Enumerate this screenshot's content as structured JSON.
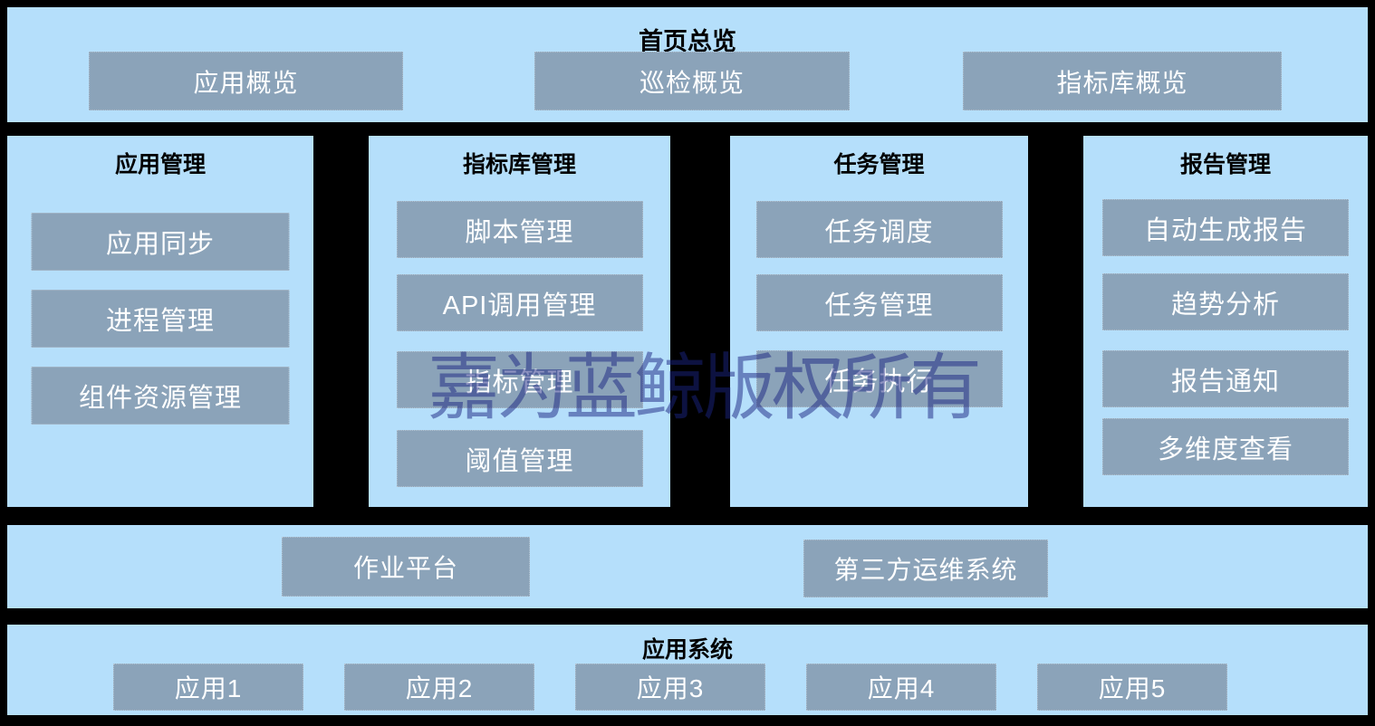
{
  "colors": {
    "background": "#B5DFFB",
    "button": "#8BA3B9",
    "frame": "#000000",
    "button_text": "#FFFFFF",
    "title_text": "#000000",
    "watermark": "rgba(25,35,130,0.5)"
  },
  "watermark_text": "嘉为蓝鲸版权所有",
  "overview": {
    "title": "首页总览",
    "buttons": [
      "应用概览",
      "巡检概览",
      "指标库概览"
    ]
  },
  "columns": [
    {
      "title": "应用管理",
      "buttons": [
        "应用同步",
        "进程管理",
        "组件资源管理"
      ]
    },
    {
      "title": "指标库管理",
      "buttons": [
        "脚本管理",
        "API调用管理",
        "指标管理",
        "阈值管理"
      ]
    },
    {
      "title": "任务管理",
      "buttons": [
        "任务调度",
        "任务管理",
        "任务执行"
      ]
    },
    {
      "title": "报告管理",
      "buttons": [
        "自动生成报告",
        "趋势分析",
        "报告通知",
        "多维度查看"
      ]
    }
  ],
  "integration": {
    "buttons": [
      "作业平台",
      "第三方运维系统"
    ]
  },
  "app_system": {
    "title": "应用系统",
    "buttons": [
      "应用1",
      "应用2",
      "应用3",
      "应用4",
      "应用5"
    ]
  }
}
